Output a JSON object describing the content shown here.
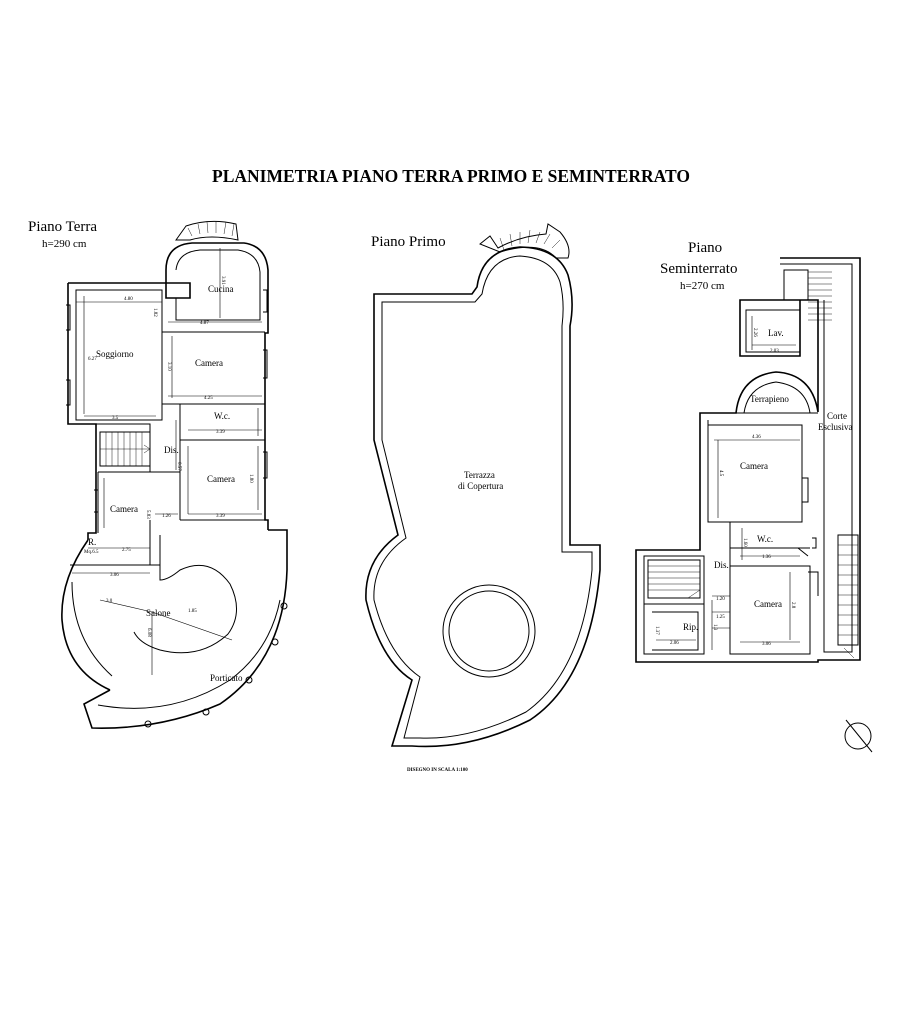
{
  "title": "PLANIMETRIA PIANO TERRA PRIMO E SEMINTERRATO",
  "scale_note": "DISEGNO IN SCALA 1:100",
  "plans": {
    "terra": {
      "name": "Piano Terra",
      "height": "h=290 cm",
      "rooms": {
        "cucina": "Cucina",
        "soggiorno": "Soggiorno",
        "camera_1": "Camera",
        "wc": "W.c.",
        "dis": "Dis.",
        "camera_2": "Camera",
        "camera_3": "Camera",
        "r": "R.",
        "salone": "Salone",
        "porticato": "Porticato"
      },
      "dims": {
        "d480": "4.80",
        "d487": "4.87",
        "d327": "6.27",
        "d35": "3.5",
        "d425": "4.25",
        "d339a": "3.39",
        "d339b": "3.39",
        "d126": "1.26",
        "d275": "2.75",
        "d306": "3.06",
        "d106": "1.06",
        "d3": "3.0",
        "d391": "3.91",
        "d182": "1.82",
        "d310": "3.10",
        "d057": "0.57",
        "d180": "1.80",
        "d583": "5.83",
        "d608": "6.08",
        "d185": "1.85",
        "mq": "Mq.6.5"
      }
    },
    "primo": {
      "name": "Piano Primo",
      "terrace_line1": "Terrazza",
      "terrace_line2": "di Copertura"
    },
    "seminterrato": {
      "name_line1": "Piano",
      "name_line2": "Seminterrato",
      "height": "h=270 cm",
      "rooms": {
        "lav": "Lav.",
        "terrapieno": "Terrapieno",
        "corte1": "Corte",
        "corte2": "Esclusiva",
        "camera_1": "Camera",
        "wc": "W.c.",
        "dis": "Dis.",
        "rip": "Rip.",
        "camera_2": "Camera"
      },
      "dims": {
        "d203": "2.03",
        "d226": "2.26",
        "d436": "4.36",
        "d45": "4.5",
        "d160": "1.60",
        "d136": "1.36",
        "d120": "1.20",
        "d125": "1.25",
        "d137": "1.37",
        "d13": "1.3",
        "d206": "2.06",
        "d306": "3.06",
        "d28": "2.8"
      }
    }
  }
}
